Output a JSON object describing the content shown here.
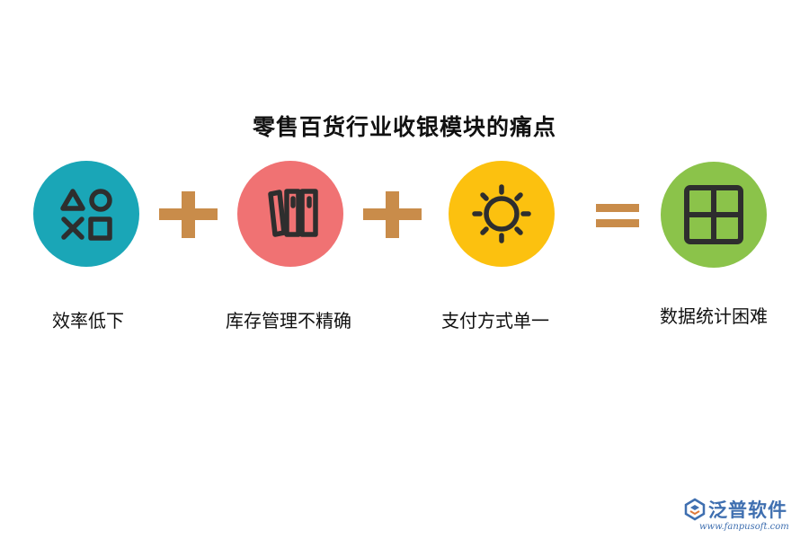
{
  "title": "零售百货行业收银模块的痛点",
  "items": [
    {
      "label": "效率低下",
      "icon": "shapes-icon",
      "color": "#1aa6b7"
    },
    {
      "label": "库存管理不精确",
      "icon": "books-icon",
      "color": "#f07273"
    },
    {
      "label": "支付方式单一",
      "icon": "sun-icon",
      "color": "#fcc10f"
    },
    {
      "label": "数据统计困难",
      "icon": "grid-icon",
      "color": "#8bc34a"
    }
  ],
  "operators": [
    "plus",
    "plus",
    "equals"
  ],
  "operator_color": "#c98c4a",
  "icon_color": "#2e2e2e",
  "watermark": {
    "name": "泛普软件",
    "url": "www.fanpusoft.com",
    "color": "#3f6fb0"
  }
}
